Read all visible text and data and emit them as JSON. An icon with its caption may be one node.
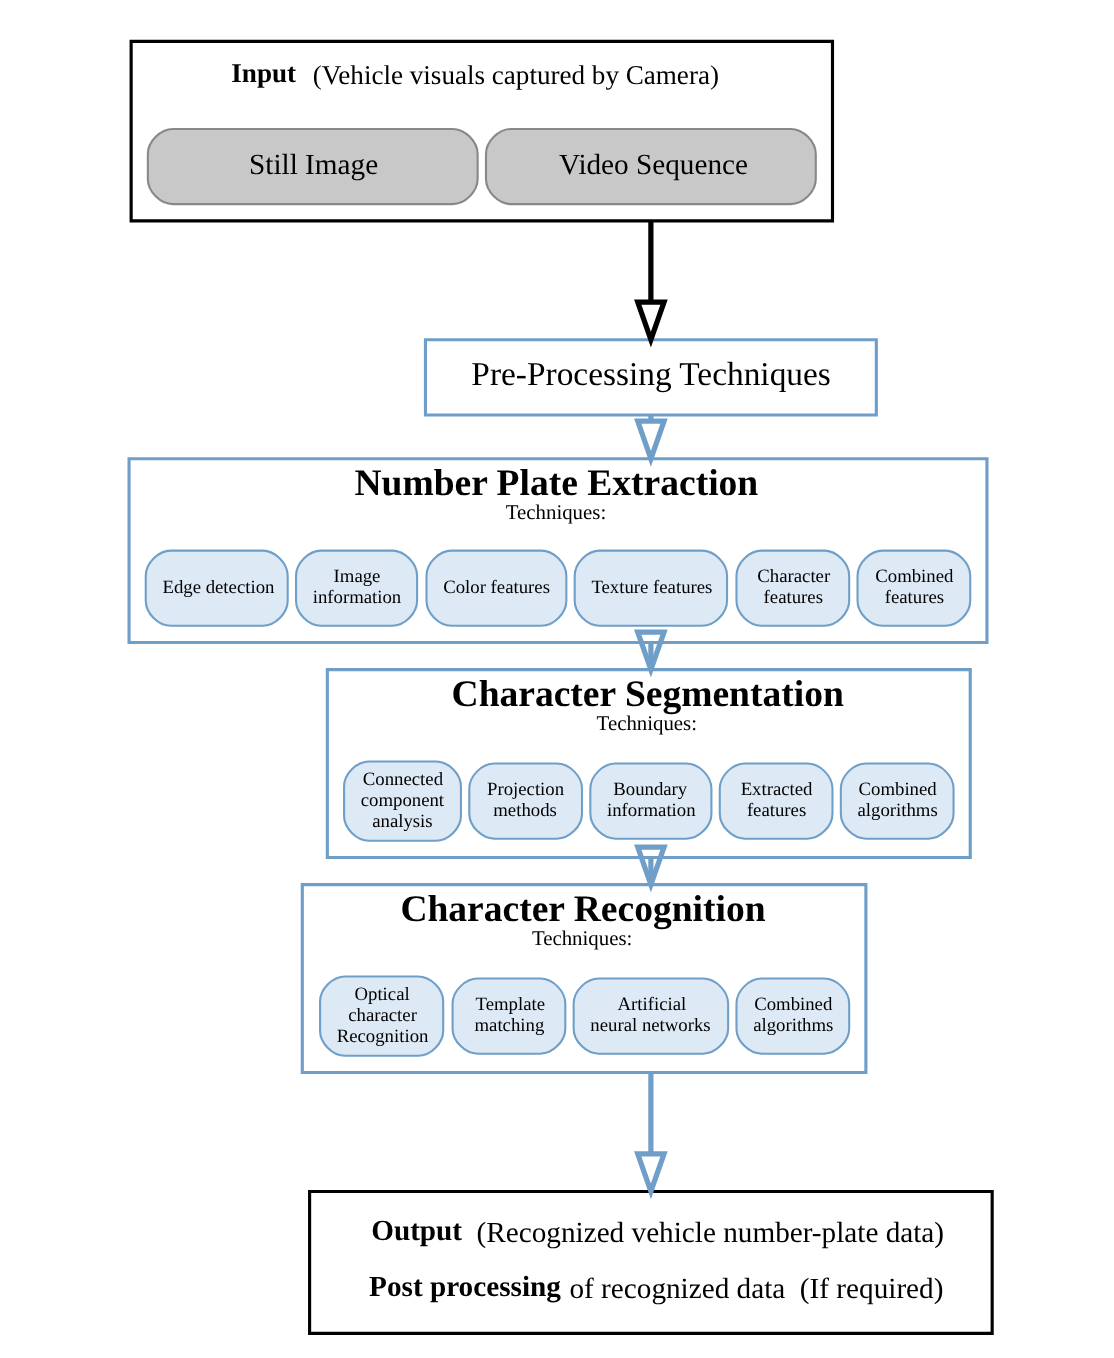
{
  "diagram": {
    "nodes": [
      {
        "text": [
          "**Input** (Vehicle visuals captured by Camera)"
        ]
      },
      {
        "text": [
          "Still Image"
        ],
        "in": 0
      },
      {
        "text": [
          "Video Sequence"
        ],
        "in": 0
      },
      {
        "text": [
          "Pre-Processing Techniques"
        ]
      },
      {
        "text": [
          "Number Plate Extraction",
          "Techniques:"
        ]
      },
      {
        "text": [
          "Edge detection"
        ],
        "in": 4
      },
      {
        "text": [
          "Image information"
        ],
        "in": 4
      },
      {
        "text": [
          "Color features"
        ],
        "in": 4
      },
      {
        "text": [
          "Texture features"
        ],
        "in": 4
      },
      {
        "text": [
          "Character features"
        ],
        "in": 4
      },
      {
        "text": [
          "Combined features"
        ],
        "in": 4
      },
      {
        "text": [
          "Character Segmentation",
          "Techniques:"
        ]
      },
      {
        "text": [
          "Connected component analysis"
        ],
        "in": 11
      },
      {
        "text": [
          "Projection methods"
        ],
        "in": 11
      },
      {
        "text": [
          "Boundary information"
        ],
        "in": 11
      },
      {
        "text": [
          "Extracted features"
        ],
        "in": 11
      },
      {
        "text": [
          "Combined algorithms"
        ],
        "in": 11
      },
      {
        "text": [
          "Character Recognition",
          "Techniques:"
        ]
      },
      {
        "text": [
          "Optical character Recognition"
        ],
        "in": 17
      },
      {
        "text": [
          "Template matching"
        ],
        "in": 17
      },
      {
        "text": [
          "Artificial neural networks"
        ],
        "in": 17
      },
      {
        "text": [
          "Combined algorithms"
        ],
        "in": 17
      },
      {
        "text": [
          "**Output** (Recognized vehicle number-plate data)",
          "**Post processing** of recognized data  (If required)"
        ]
      }
    ],
    "edges": [
      {
        "from": 0,
        "to": 3,
        "arrow": "to",
        "color": "#000000"
      },
      {
        "from": 3,
        "to": 4,
        "arrow": "to"
      },
      {
        "from": 4,
        "to": 11,
        "arrow": "to"
      },
      {
        "from": 11,
        "to": 17,
        "arrow": "to"
      },
      {
        "from": 17,
        "to": 22,
        "arrow": "to"
      }
    ]
  }
}
